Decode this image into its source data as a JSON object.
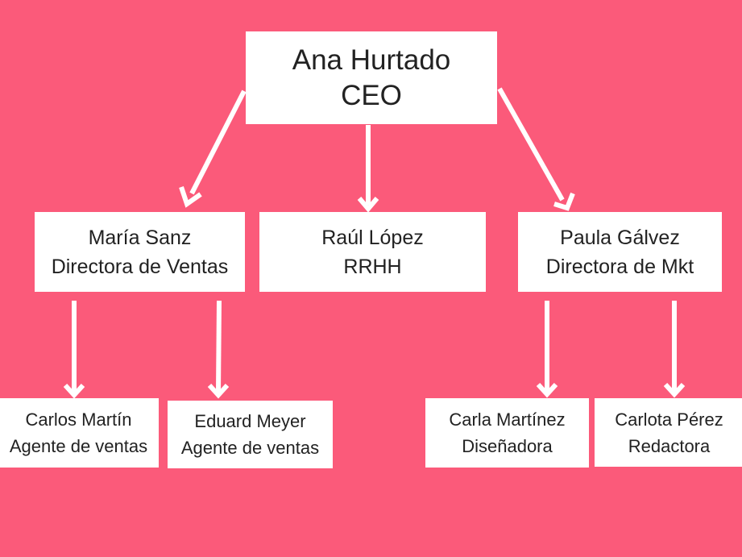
{
  "org_chart": {
    "background_color": "#fb5a7a",
    "node_color": "#ffffff",
    "connector_color": "#ffffff",
    "nodes": {
      "ceo": {
        "name": "Ana Hurtado",
        "role": "CEO"
      },
      "maria": {
        "name": "María Sanz",
        "role": "Directora de Ventas"
      },
      "raul": {
        "name": "Raúl López",
        "role": "RRHH"
      },
      "paula": {
        "name": "Paula Gálvez",
        "role": "Directora de Mkt"
      },
      "carlos": {
        "name": "Carlos Martín",
        "role": "Agente de ventas"
      },
      "eduard": {
        "name": "Eduard Meyer",
        "role": "Agente de ventas"
      },
      "carla": {
        "name": "Carla Martínez",
        "role": "Diseñadora"
      },
      "carlota": {
        "name": "Carlota Pérez",
        "role": "Redactora"
      }
    },
    "edges": [
      {
        "from": "ceo",
        "to": "maria"
      },
      {
        "from": "ceo",
        "to": "raul"
      },
      {
        "from": "ceo",
        "to": "paula"
      },
      {
        "from": "maria",
        "to": "carlos"
      },
      {
        "from": "maria",
        "to": "eduard"
      },
      {
        "from": "paula",
        "to": "carla"
      },
      {
        "from": "paula",
        "to": "carlota"
      }
    ]
  }
}
